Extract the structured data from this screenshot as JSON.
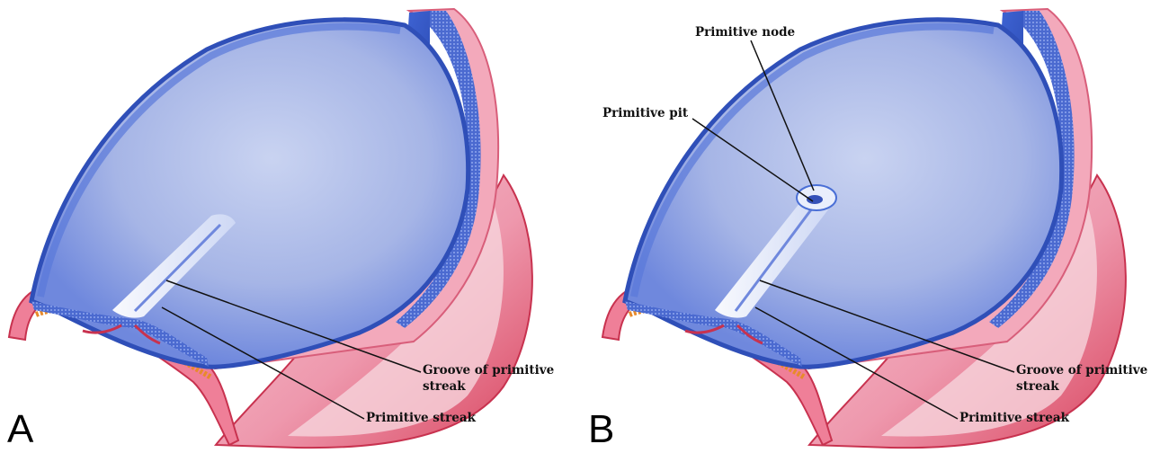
{
  "panels": [
    {
      "letter": "A",
      "labels": {
        "groove_line1": "Groove of primitive",
        "groove_line2": "streak",
        "streak": "Primitive streak"
      }
    },
    {
      "letter": "B",
      "labels": {
        "node": "Primitive node",
        "pit": "Primitive pit",
        "groove_line1": "Groove of primitive",
        "groove_line2": "streak",
        "streak": "Primitive streak"
      }
    }
  ],
  "colors": {
    "ectoderm_blue": "#4a6fd6",
    "disc_surface": "#aab8e6",
    "amnion_pink": "#f2a3b6",
    "yolk_red": "#e4546e",
    "endoderm_orange": "#e88a2a",
    "streak_white": "#e9eefc"
  }
}
